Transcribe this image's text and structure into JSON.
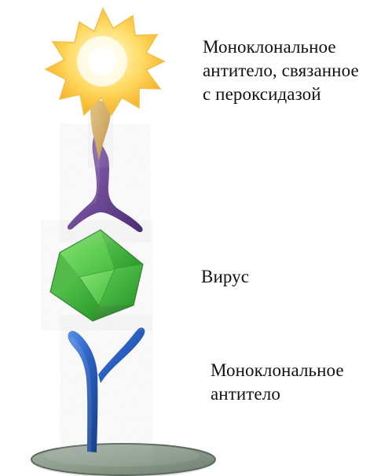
{
  "labels": {
    "antibody_peroxidase": {
      "lines": [
        "Моноклональное",
        "антитело, связанное",
        "с пероксидазой"
      ]
    },
    "virus": {
      "lines": [
        "Вирус"
      ]
    },
    "antibody": {
      "lines": [
        "Моноклональное",
        "антитело"
      ]
    }
  },
  "colors": {
    "star_core": "#fffbe3",
    "star_outer": "#f6ba2d",
    "peroxidase_stem": "#d3b06b",
    "purple_antibody": "#6b3f93",
    "virus_green": "#3fb236",
    "blue_antibody": "#2f66c4",
    "base_plate": "#8d9c92"
  }
}
